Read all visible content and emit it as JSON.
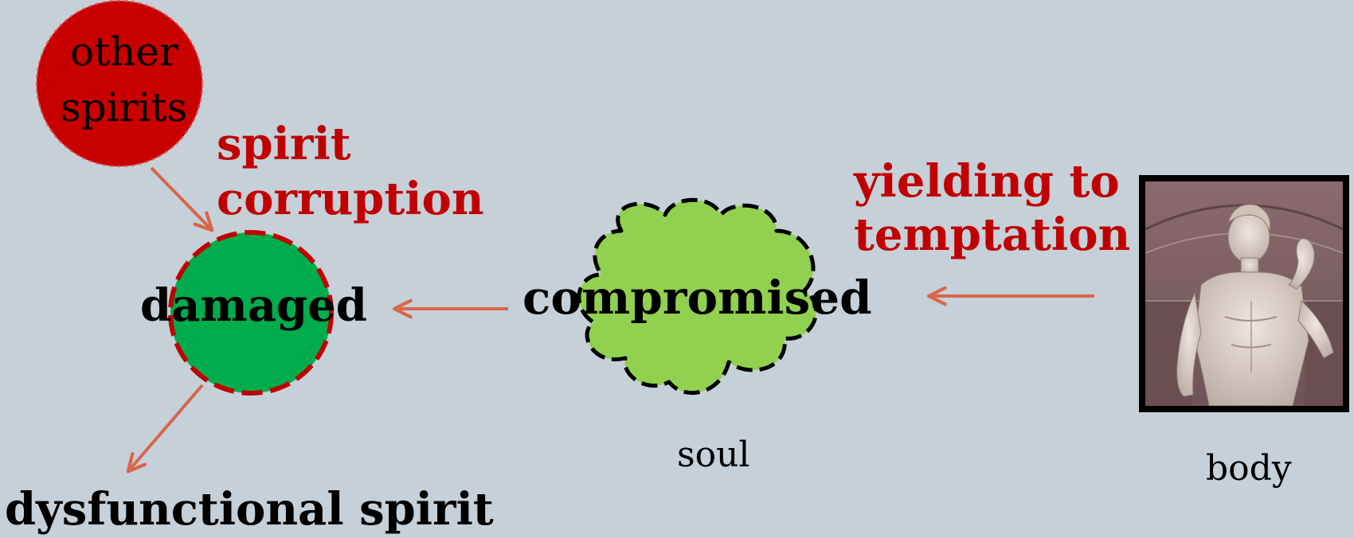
{
  "diagram": {
    "nodes": {
      "other_spirits": {
        "line1": "other",
        "line2": "spirits",
        "color": "#c80000"
      },
      "damaged": {
        "label": "damaged",
        "color": "#00ac4c",
        "border_color": "#c00000"
      },
      "compromised": {
        "label": "compromised",
        "color": "#92d050",
        "border_color": "#000000"
      },
      "soul": {
        "label": "soul"
      },
      "body": {
        "label": "body",
        "image": "statue-photo"
      },
      "dysfunctional_spirit": {
        "label": "dysfunctional spirit"
      }
    },
    "edge_labels": {
      "spirit_corruption": {
        "line1": "spirit",
        "line2": "corruption"
      },
      "yielding_to_temptation": {
        "line1": "yielding to",
        "line2": "temptation"
      }
    },
    "colors": {
      "background": "#c5d0d8",
      "arrow": "#d8664a",
      "label_red": "#c00000"
    }
  }
}
